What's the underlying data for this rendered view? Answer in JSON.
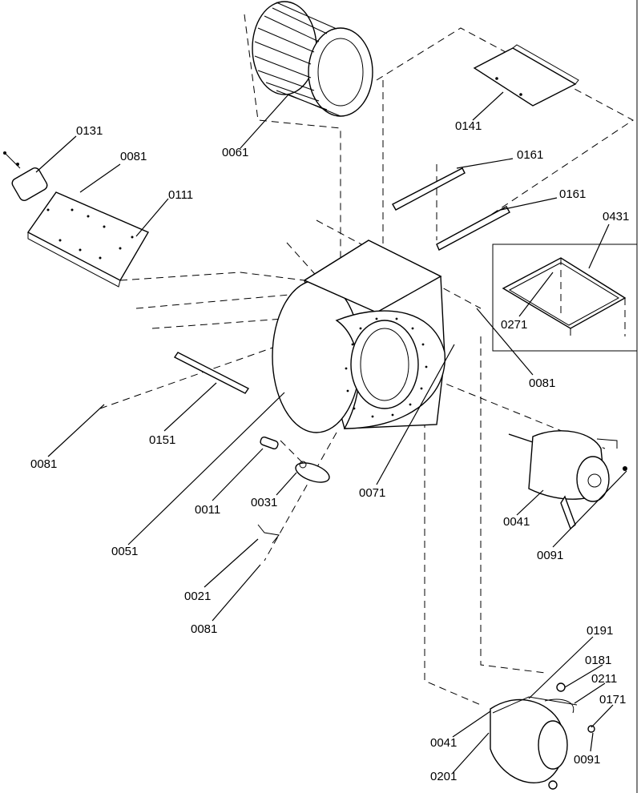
{
  "callouts": {
    "c0131": "0131",
    "c0081_top": "0081",
    "c0111": "0111",
    "c0061": "0061",
    "c0141": "0141",
    "c0161_a": "0161",
    "c0161_b": "0161",
    "c0431": "0431",
    "c0271": "0271",
    "c0081_right": "0081",
    "c0081_left": "0081",
    "c0151": "0151",
    "c0011": "0011",
    "c0031": "0031",
    "c0071": "0071",
    "c0041_top": "0041",
    "c0091_top": "0091",
    "c0051": "0051",
    "c0021": "0021",
    "c0081_bottom": "0081",
    "c0191": "0191",
    "c0181": "0181",
    "c0211": "0211",
    "c0171": "0171",
    "c0041_bottom": "0041",
    "c0091_bottom": "0091",
    "c0201": "0201"
  }
}
